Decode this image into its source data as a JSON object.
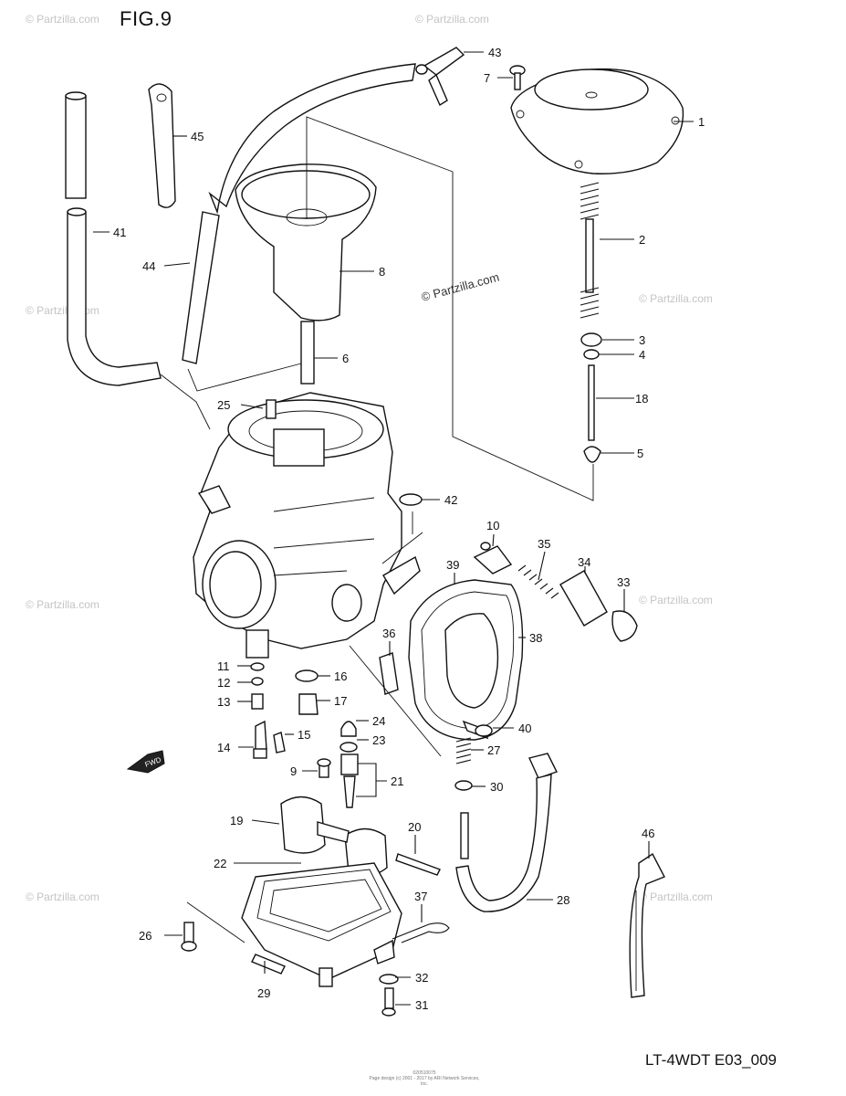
{
  "figure": {
    "title": "FIG.9",
    "model_code": "LT-4WDT E03_009",
    "watermark": "© Partzilla.com",
    "inline_watermark": "© Partzilla.com",
    "footer_code": "020510075",
    "footer_credit": "Page design (c) 2001 - 2017 by ARI Network Services, Inc."
  },
  "fwd_badge": "FWD",
  "callouts": [
    {
      "id": "1",
      "label": "1"
    },
    {
      "id": "2",
      "label": "2"
    },
    {
      "id": "3",
      "label": "3"
    },
    {
      "id": "4",
      "label": "4"
    },
    {
      "id": "5",
      "label": "5"
    },
    {
      "id": "6",
      "label": "6"
    },
    {
      "id": "7",
      "label": "7"
    },
    {
      "id": "8",
      "label": "8"
    },
    {
      "id": "9",
      "label": "9"
    },
    {
      "id": "10",
      "label": "10"
    },
    {
      "id": "11",
      "label": "11"
    },
    {
      "id": "12",
      "label": "12"
    },
    {
      "id": "13",
      "label": "13"
    },
    {
      "id": "14",
      "label": "14"
    },
    {
      "id": "15",
      "label": "15"
    },
    {
      "id": "16",
      "label": "16"
    },
    {
      "id": "17",
      "label": "17"
    },
    {
      "id": "18",
      "label": "18"
    },
    {
      "id": "19",
      "label": "19"
    },
    {
      "id": "20",
      "label": "20"
    },
    {
      "id": "21",
      "label": "21"
    },
    {
      "id": "22",
      "label": "22"
    },
    {
      "id": "23",
      "label": "23"
    },
    {
      "id": "24",
      "label": "24"
    },
    {
      "id": "25",
      "label": "25"
    },
    {
      "id": "26",
      "label": "26"
    },
    {
      "id": "27",
      "label": "27"
    },
    {
      "id": "28",
      "label": "28"
    },
    {
      "id": "29",
      "label": "29"
    },
    {
      "id": "30",
      "label": "30"
    },
    {
      "id": "31",
      "label": "31"
    },
    {
      "id": "32",
      "label": "32"
    },
    {
      "id": "33",
      "label": "33"
    },
    {
      "id": "34",
      "label": "34"
    },
    {
      "id": "35",
      "label": "35"
    },
    {
      "id": "36",
      "label": "36"
    },
    {
      "id": "37",
      "label": "37"
    },
    {
      "id": "38",
      "label": "38"
    },
    {
      "id": "39",
      "label": "39"
    },
    {
      "id": "40",
      "label": "40"
    },
    {
      "id": "41",
      "label": "41"
    },
    {
      "id": "42",
      "label": "42"
    },
    {
      "id": "43",
      "label": "43"
    },
    {
      "id": "44",
      "label": "44"
    },
    {
      "id": "45",
      "label": "45"
    },
    {
      "id": "46",
      "label": "46"
    }
  ]
}
